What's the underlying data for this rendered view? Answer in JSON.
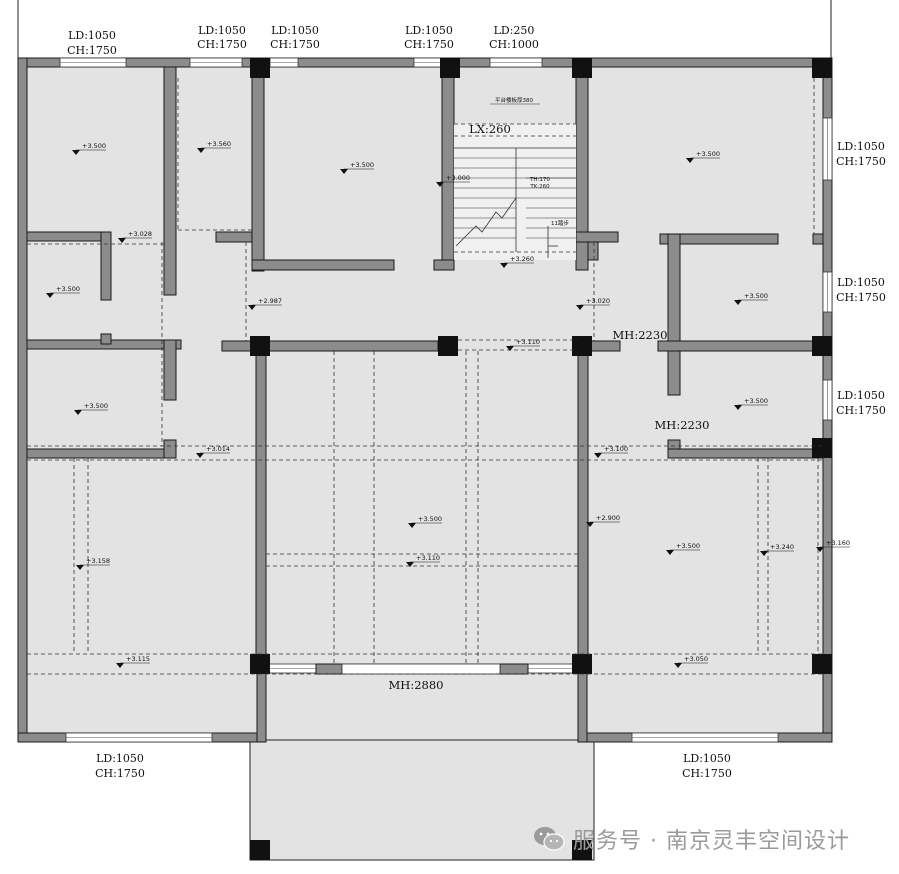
{
  "windows": {
    "top_1": [
      "LD:1050",
      "CH:1750"
    ],
    "top_2": [
      "LD:1050",
      "CH:1750"
    ],
    "top_3": [
      "LD:1050",
      "CH:1750"
    ],
    "top_4": [
      "LD:1050",
      "CH:1750"
    ],
    "top_5": [
      "LD:250",
      "CH:1000"
    ],
    "right_1": [
      "LD:1050",
      "CH:1750"
    ],
    "right_2": [
      "LD:1050",
      "CH:1750"
    ],
    "right_3": [
      "LD:1050",
      "CH:1750"
    ],
    "bottom_left": [
      "LD:1050",
      "CH:1750"
    ],
    "bottom_right": [
      "LD:1050",
      "CH:1750"
    ]
  },
  "doors": {
    "mh_2230_a": "MH:2230",
    "mh_2230_b": "MH:2230",
    "mh_2880": "MH:2880"
  },
  "stair": {
    "lx": "LX:260",
    "landing_note": "平台楼板厚380",
    "th": "TH:170",
    "tk": "TK:260",
    "steps": "11踏步"
  },
  "levels": [
    "+3.500",
    "+3.560",
    "+3.500",
    "+3.000",
    "+3.500",
    "+3.028",
    "+3.500",
    "+2.987",
    "+3.020",
    "+3.500",
    "+3.110",
    "+3.500",
    "+3.500",
    "+3.014",
    "+3.100",
    "+3.260",
    "+2.900",
    "+3.500",
    "+3.158",
    "+3.110",
    "+3.500",
    "+3.240",
    "+3.160",
    "+3.115",
    "+3.050"
  ],
  "watermark": {
    "icon": "wechat-icon",
    "text": "服务号 · 南京灵丰空间设计"
  }
}
